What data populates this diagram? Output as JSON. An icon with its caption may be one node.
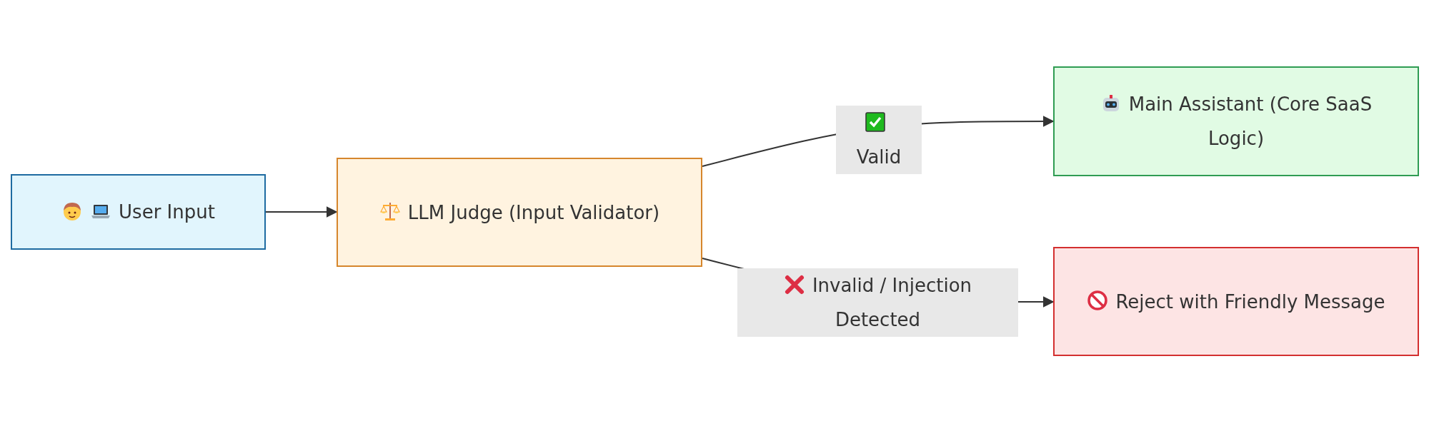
{
  "diagram": {
    "nodes": [
      {
        "text": [
          "User Input"
        ]
      },
      {
        "text": [
          "LLM Judge (Input Validator)"
        ]
      },
      {
        "text": [
          "Main Assistant (Core SaaS Logic)"
        ]
      },
      {
        "text": [
          "Reject with Friendly Message"
        ]
      }
    ],
    "edges": [
      {
        "from": 0,
        "to": 1,
        "arrow": "to"
      },
      {
        "from": 1,
        "to": 2,
        "arrow": "to",
        "label": "Valid"
      },
      {
        "from": 1,
        "to": 3,
        "arrow": "to",
        "label": "Invalid / Injection Detected"
      }
    ]
  }
}
